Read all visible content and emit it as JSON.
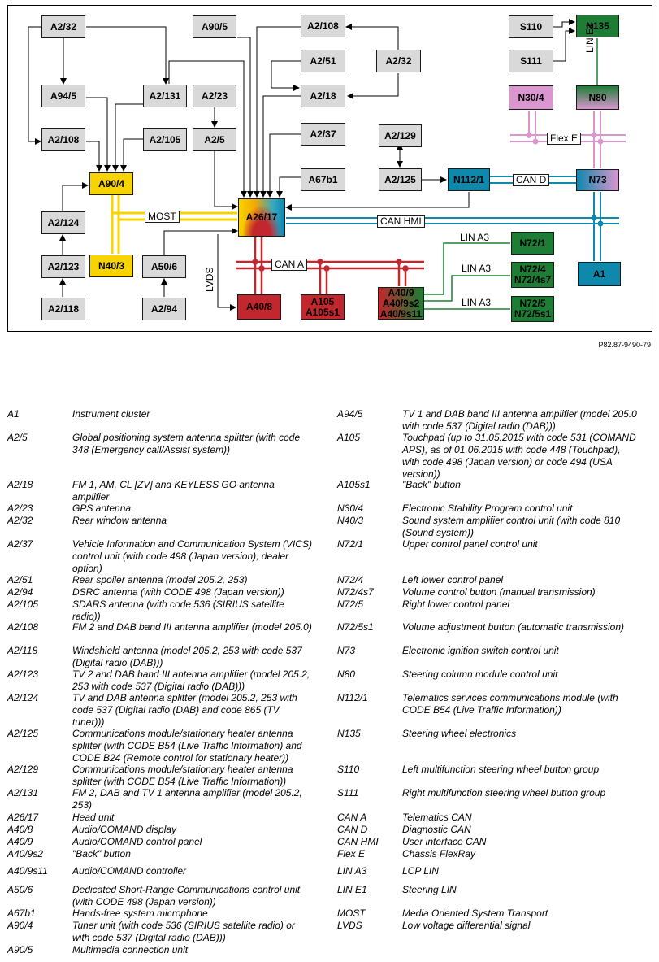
{
  "diagram": {
    "nodes": {
      "a2_32_top": "A2/32",
      "a94_5": "A94/5",
      "a2_131": "A2/131",
      "a2_108_left": "A2/108",
      "a2_105": "A2/105",
      "a90_5": "A90/5",
      "a2_23": "A2/23",
      "a2_5": "A2/5",
      "a2_108_top": "A2/108",
      "a2_51": "A2/51",
      "a2_18": "A2/18",
      "a2_32_right": "A2/32",
      "a2_37": "A2/37",
      "a67b1": "A67b1",
      "a90_4": "A90/4",
      "a2_124": "A2/124",
      "a2_123": "A2/123",
      "a2_118": "A2/118",
      "n40_3": "N40/3",
      "a50_6": "A50/6",
      "a2_94": "A2/94",
      "a26_17": "A26/17",
      "a40_8": "A40/8",
      "a105": "A105\nA105s1",
      "a40_9": "A40/9\nA40/9s2\nA40/9s11",
      "a2_129": "A2/129",
      "a2_125": "A2/125",
      "n112_1": "N112/1",
      "s110": "S110",
      "s111": "S111",
      "n135": "N135",
      "n30_4": "N30/4",
      "n80": "N80",
      "n73": "N73",
      "n72_1": "N72/1",
      "n72_4": "N72/4\nN72/4s7",
      "n72_5": "N72/5\nN72/5s1",
      "a1": "A1"
    },
    "bus_labels": {
      "most": "MOST",
      "can_hmi": "CAN HMI",
      "can_a": "CAN A",
      "can_d": "CAN D",
      "flex_e": "Flex E",
      "lin_e1": "LIN E1",
      "lin_a3_1": "LIN A3",
      "lin_a3_2": "LIN A3",
      "lin_a3_3": "LIN A3",
      "lvds": "LVDS"
    },
    "reference": "P82.87-9490-79"
  },
  "colors": {
    "most": "#f7d400",
    "can_a": "#c1272d",
    "can_hmi_can_d": "#0f88ab",
    "lin": "#1e7d34",
    "flex_e": "#d996cf"
  },
  "legend_left": [
    {
      "code": "A1",
      "desc": "Instrument cluster"
    },
    {
      "code": "A2/5",
      "desc": "Global positioning system antenna splitter (with code 348 (Emergency call/Assist system))"
    },
    {
      "code": "A2/18",
      "desc": "FM 1, AM, CL [ZV] and KEYLESS GO antenna amplifier"
    },
    {
      "code": "A2/23",
      "desc": "GPS antenna"
    },
    {
      "code": "A2/32",
      "desc": "Rear window antenna"
    },
    {
      "code": "A2/37",
      "desc": "Vehicle Information and Communication System (VICS) control unit (with code 498 (Japan version), dealer option)"
    },
    {
      "code": "A2/51",
      "desc": "Rear spoiler antenna (model 205.2, 253)"
    },
    {
      "code": "A2/94",
      "desc": "DSRC antenna (with CODE 498 (Japan version))"
    },
    {
      "code": "A2/105",
      "desc": "SDARS antenna (with code 536 (SIRIUS satellite radio))"
    },
    {
      "code": "A2/108",
      "desc": "FM 2 and DAB band III antenna amplifier (model 205.0)"
    },
    {
      "code": "A2/118",
      "desc": "Windshield antenna (model 205.2, 253 with code 537 (Digital radio (DAB)))"
    },
    {
      "code": "A2/123",
      "desc": "TV 2 and DAB band III antenna amplifier (model 205.2, 253 with code 537 (Digital radio (DAB)))"
    },
    {
      "code": "A2/124",
      "desc": "TV and DAB antenna splitter (model 205.2, 253 with code 537 (Digital radio (DAB) and code 865 (TV tuner)))"
    },
    {
      "code": "A2/125",
      "desc": "Communications module/stationary heater antenna splitter (with CODE B54 (Live Traffic Information) and CODE B24 (Remote control for stationary heater))"
    },
    {
      "code": "A2/129",
      "desc": "Communications module/stationary heater antenna splitter (with CODE B54 (Live Traffic Information))"
    },
    {
      "code": "A2/131",
      "desc": "FM 2, DAB and TV 1 antenna amplifier (model 205.2, 253)"
    },
    {
      "code": "A26/17",
      "desc": "Head unit"
    },
    {
      "code": "A40/8",
      "desc": "Audio/COMAND display"
    },
    {
      "code": "A40/9",
      "desc": "Audio/COMAND control panel"
    },
    {
      "code": "A40/9s2",
      "desc": "\"Back\" button"
    },
    {
      "code": "A40/9s11",
      "desc": "Audio/COMAND controller"
    },
    {
      "code": "A50/6",
      "desc": "Dedicated Short-Range Communications control unit (with CODE 498 (Japan version))"
    },
    {
      "code": "A67b1",
      "desc": "Hands-free system microphone"
    },
    {
      "code": "A90/4",
      "desc": "Tuner unit (with code 536 (SIRIUS satellite radio) or with code 537 (Digital radio (DAB)))"
    },
    {
      "code": "A90/5",
      "desc": "Multimedia connection unit"
    }
  ],
  "legend_right": [
    {
      "code": "A94/5",
      "desc": "TV 1 and DAB band III antenna amplifier (model 205.0 with code 537 (Digital radio (DAB)))"
    },
    {
      "code": "A105",
      "desc": "Touchpad (up to 31.05.2015 with code 531 (COMAND APS), as of 01.06.2015 with code 448 (Touchpad), with code 498 (Japan version) or code 494 (USA version))"
    },
    {
      "code": "A105s1",
      "desc": "\"Back\" button"
    },
    {
      "code": "N30/4",
      "desc": "Electronic Stability Program control unit"
    },
    {
      "code": "N40/3",
      "desc": "Sound system amplifier control unit (with code 810 (Sound system))"
    },
    {
      "code": "N72/1",
      "desc": "Upper control panel control unit"
    },
    {
      "code": "N72/4",
      "desc": "Left lower control panel"
    },
    {
      "code": "N72/4s7",
      "desc": "Volume control button (manual transmission)"
    },
    {
      "code": "N72/5",
      "desc": "Right lower control panel"
    },
    {
      "code": "N72/5s1",
      "desc": "Volume adjustment button (automatic transmission)"
    },
    {
      "code": "N73",
      "desc": "Electronic ignition switch control unit"
    },
    {
      "code": "N80",
      "desc": "Steering column module control unit"
    },
    {
      "code": "N112/1",
      "desc": "Telematics services communications module (with CODE B54 (Live Traffic Information))"
    },
    {
      "code": "N135",
      "desc": "Steering wheel electronics"
    },
    {
      "code": "S110",
      "desc": "Left multifunction steering wheel button group"
    },
    {
      "code": "S111",
      "desc": "Right multifunction steering wheel button group"
    },
    {
      "code": "CAN A",
      "desc": "Telematics CAN"
    },
    {
      "code": "CAN D",
      "desc": "Diagnostic CAN"
    },
    {
      "code": "CAN HMI",
      "desc": "User interface CAN"
    },
    {
      "code": "Flex E",
      "desc": "Chassis FlexRay"
    },
    {
      "code": "LIN A3",
      "desc": "LCP LIN"
    },
    {
      "code": "LIN E1",
      "desc": "Steering LIN"
    },
    {
      "code": "MOST",
      "desc": "Media Oriented System Transport"
    },
    {
      "code": "LVDS",
      "desc": "Low voltage differential signal"
    }
  ]
}
